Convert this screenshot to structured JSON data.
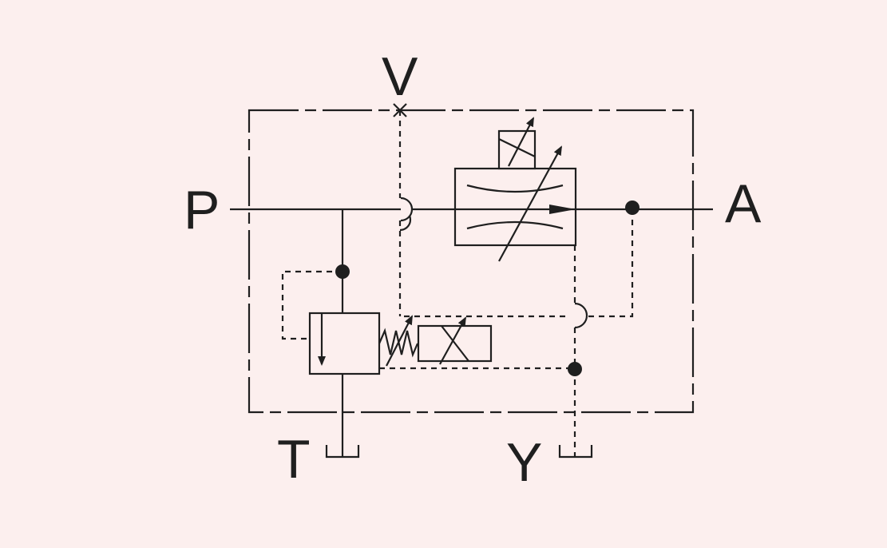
{
  "ports": {
    "p": "P",
    "a": "A",
    "v": "V",
    "t": "T",
    "y": "Y"
  },
  "colors": {
    "background": "#fcefee",
    "line": "#1f1f1f"
  }
}
